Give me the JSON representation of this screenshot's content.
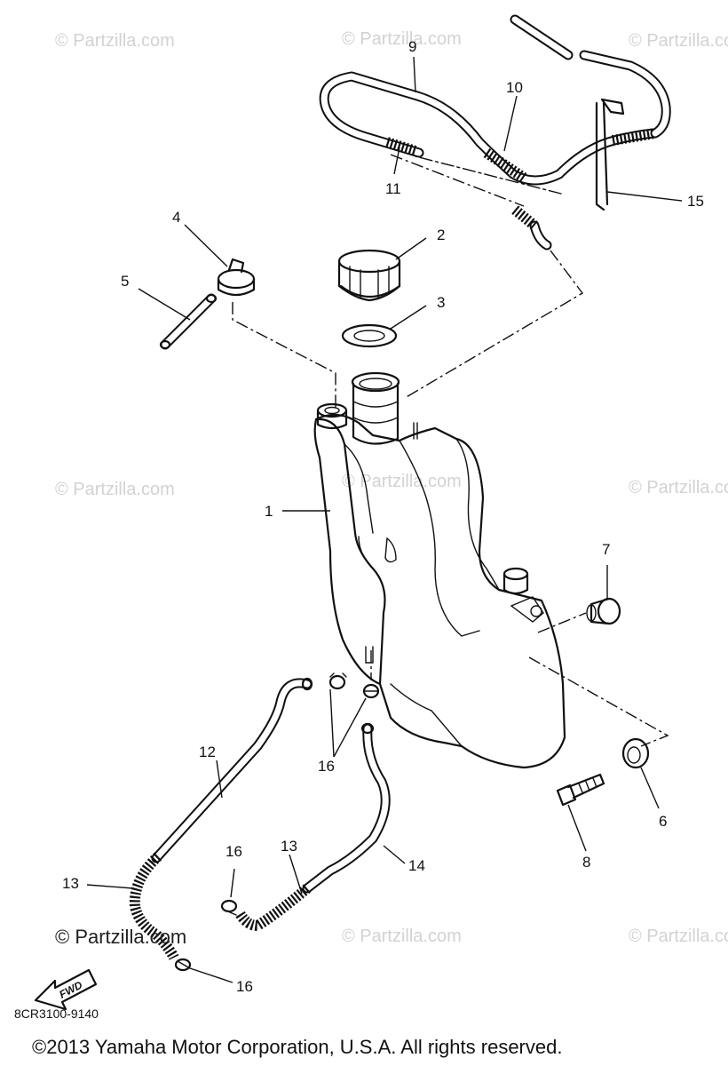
{
  "watermark": {
    "text": "© Partzilla.com",
    "foreground_text": "© Partzilla.com"
  },
  "callouts": {
    "c1": "1",
    "c2": "2",
    "c3": "3",
    "c4": "4",
    "c5": "5",
    "c6": "6",
    "c7": "7",
    "c8": "8",
    "c9": "9",
    "c10": "10",
    "c11": "11",
    "c12": "12",
    "c13a": "13",
    "c13b": "13",
    "c14": "14",
    "c15": "15",
    "c16a": "16",
    "c16b": "16",
    "c16c": "16"
  },
  "fwd_label": "FWD",
  "diagram_code": "8CR3100-9140",
  "copyright": "©2013 Yamaha Motor Corporation, U.S.A. All rights reserved."
}
